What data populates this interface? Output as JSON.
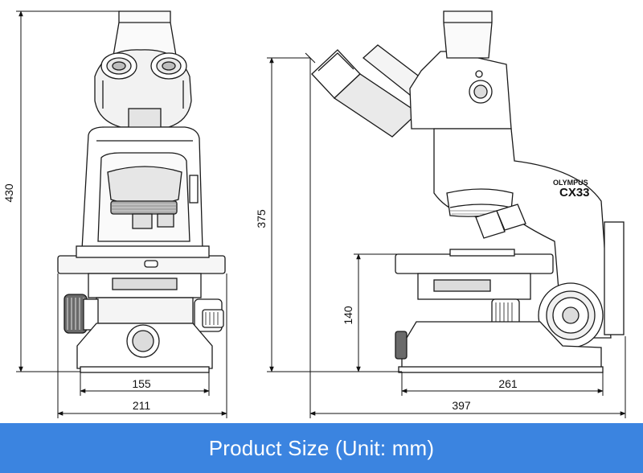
{
  "footer": {
    "title": "Product Size (Unit: mm)",
    "bg_color": "#3b84e0"
  },
  "front_view": {
    "dims": {
      "height_total": "430",
      "base_width": "155",
      "overall_width": "211"
    }
  },
  "side_view": {
    "brand": "OLYMPUS",
    "model": "CX33",
    "dims": {
      "height_total": "375",
      "stage_height": "140",
      "base_depth": "261",
      "overall_depth": "397"
    }
  },
  "colors": {
    "line": "#1a1a1a",
    "fill": "#ffffff",
    "shade": "#d8d8d8",
    "dark": "#555555"
  }
}
